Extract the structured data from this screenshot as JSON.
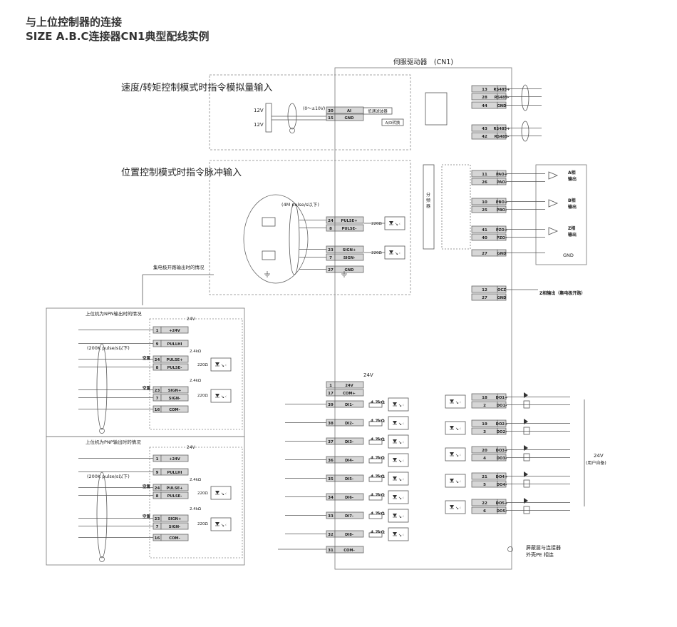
{
  "header": {
    "title_line1": "与上位控制器的连接",
    "title_line2": "SIZE A.B.C连接器CN1典型配线实例"
  },
  "servo": {
    "label": "伺服驱动器　(CN1)"
  },
  "analog": {
    "heading": "速度/转矩控制模式时指令模拟量输入",
    "v_top": "12V",
    "v_bottom": "12V",
    "range": "(0～±10V)",
    "pins": [
      {
        "num": "30",
        "name": "AI"
      },
      {
        "num": "15",
        "name": "GND"
      }
    ],
    "filter": "低通滤波器",
    "adc": "A/D转换"
  },
  "pulse": {
    "heading": "位置控制模式时指令脉冲输入",
    "freq": "(4M pulse/s以下)",
    "pins": [
      {
        "num": "24",
        "name": "PULSE+"
      },
      {
        "num": "8",
        "name": "PULSE-"
      },
      {
        "num": "23",
        "name": "SIGN+"
      },
      {
        "num": "7",
        "name": "SIGN-"
      },
      {
        "num": "27",
        "name": "GND"
      }
    ],
    "res1": "220Ω",
    "res2": "220Ω",
    "open_collector_note": "集电极开路输出时的情况"
  },
  "npn": {
    "title": "上位机为NPN输出时的情况",
    "v24": "24V",
    "freq": "(200K pulse/s以下)",
    "pins": [
      {
        "num": "1",
        "name": "+24V"
      },
      {
        "num": "9",
        "name": "PULLHI"
      },
      {
        "num": "24",
        "name": "PULSE+"
      },
      {
        "num": "8",
        "name": "PULSE-"
      },
      {
        "num": "23",
        "name": "SIGN+"
      },
      {
        "num": "7",
        "name": "SIGN-"
      },
      {
        "num": "16",
        "name": "COM-"
      }
    ],
    "r_a": "2.4kΩ",
    "r_b": "2.4kΩ",
    "r_c": "220Ω",
    "r_d": "220Ω",
    "empty1": "空置",
    "empty2": "空置"
  },
  "pnp": {
    "title": "上位机为PNP输出时的情况",
    "v24": "24V",
    "freq": "(200K pulse/s以下)",
    "pins": [
      {
        "num": "1",
        "name": "+24V"
      },
      {
        "num": "9",
        "name": "PULLHI"
      },
      {
        "num": "24",
        "name": "PULSE+"
      },
      {
        "num": "8",
        "name": "PULSE-"
      },
      {
        "num": "23",
        "name": "SIGN+"
      },
      {
        "num": "7",
        "name": "SIGN-"
      },
      {
        "num": "16",
        "name": "COM-"
      }
    ],
    "r_a": "2.4kΩ",
    "r_b": "2.4kΩ",
    "r_c": "220Ω",
    "r_d": "220Ω",
    "empty1": "空置",
    "empty2": "空置"
  },
  "rs485": {
    "pins": [
      {
        "num": "13",
        "name": "RS485+"
      },
      {
        "num": "28",
        "name": "RS485-"
      },
      {
        "num": "44",
        "name": "GND"
      },
      {
        "num": "43",
        "name": "RS485+"
      },
      {
        "num": "42",
        "name": "RS485-"
      }
    ]
  },
  "encoder_out": {
    "divider": "分频器",
    "pins": [
      {
        "num": "11",
        "name": "PAO+"
      },
      {
        "num": "26",
        "name": "PAO-"
      },
      {
        "num": "10",
        "name": "PBO+"
      },
      {
        "num": "25",
        "name": "PBO-"
      },
      {
        "num": "41",
        "name": "PZO+"
      },
      {
        "num": "40",
        "name": "PZO-"
      },
      {
        "num": "27",
        "name": "GND"
      }
    ],
    "out_a": "A相输出",
    "out_b": "B相输出",
    "out_z": "Z相输出",
    "gnd": "GND",
    "ocz_pins": [
      {
        "num": "12",
        "name": "OCZ"
      },
      {
        "num": "27",
        "name": "GND"
      }
    ],
    "ocz_label": "Z相输出（集电极开路）"
  },
  "di": {
    "v24": "24V",
    "top_pins": [
      {
        "num": "1",
        "name": "24V"
      },
      {
        "num": "17",
        "name": "COM+"
      }
    ],
    "pins": [
      {
        "num": "39",
        "name": "DI1-"
      },
      {
        "num": "38",
        "name": "DI2-"
      },
      {
        "num": "37",
        "name": "DI3-"
      },
      {
        "num": "36",
        "name": "DI4-"
      },
      {
        "num": "35",
        "name": "DI5-"
      },
      {
        "num": "34",
        "name": "DI6-"
      },
      {
        "num": "33",
        "name": "DI7-"
      },
      {
        "num": "32",
        "name": "DI8-"
      }
    ],
    "res": "4.7kΩ",
    "com": {
      "num": "31",
      "name": "COM-"
    }
  },
  "do": {
    "pins": [
      {
        "num": "18",
        "name": "DO1+"
      },
      {
        "num": "2",
        "name": "DO1-"
      },
      {
        "num": "19",
        "name": "DO2+"
      },
      {
        "num": "3",
        "name": "DO2-"
      },
      {
        "num": "20",
        "name": "DO3+"
      },
      {
        "num": "4",
        "name": "DO3-"
      },
      {
        "num": "21",
        "name": "DO4+"
      },
      {
        "num": "5",
        "name": "DO4-"
      },
      {
        "num": "22",
        "name": "DO5+"
      },
      {
        "num": "6",
        "name": "DO5-"
      }
    ],
    "supply": "24V",
    "supply_note": "(用户自备)"
  },
  "shield": {
    "line1": "屏蔽层与连接器",
    "line2": "外壳PE 相连"
  }
}
